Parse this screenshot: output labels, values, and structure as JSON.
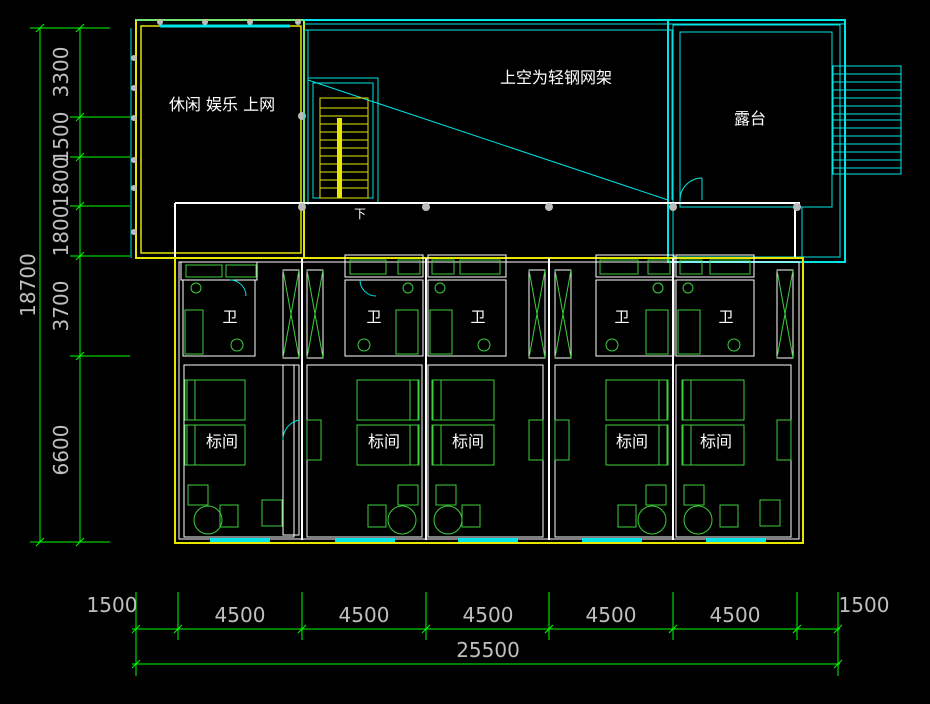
{
  "colors": {
    "background": "#000000",
    "dimension": "#00ff00",
    "dimension_text": "#bfbfbf",
    "wall": "#ffffff",
    "wall_outer": "#e6e600",
    "glass": "#00e5e5",
    "furniture": "#3cd03c",
    "label": "#ffffff",
    "stair": "#e6e600"
  },
  "rooms": {
    "leisure": "休闲 娱乐 上网",
    "roof_frame": "上空为轻钢网架",
    "terrace": "露台",
    "stair_down": "下",
    "bathroom": "卫",
    "standard_room": "标间"
  },
  "dimensions": {
    "vertical_segments": [
      "3300",
      "1500",
      "1800",
      "1800",
      "3700",
      "6600"
    ],
    "vertical_total": "18700",
    "horizontal_segments": [
      "1500",
      "4500",
      "4500",
      "4500",
      "4500",
      "4500",
      "1500"
    ],
    "horizontal_total": "25500"
  }
}
